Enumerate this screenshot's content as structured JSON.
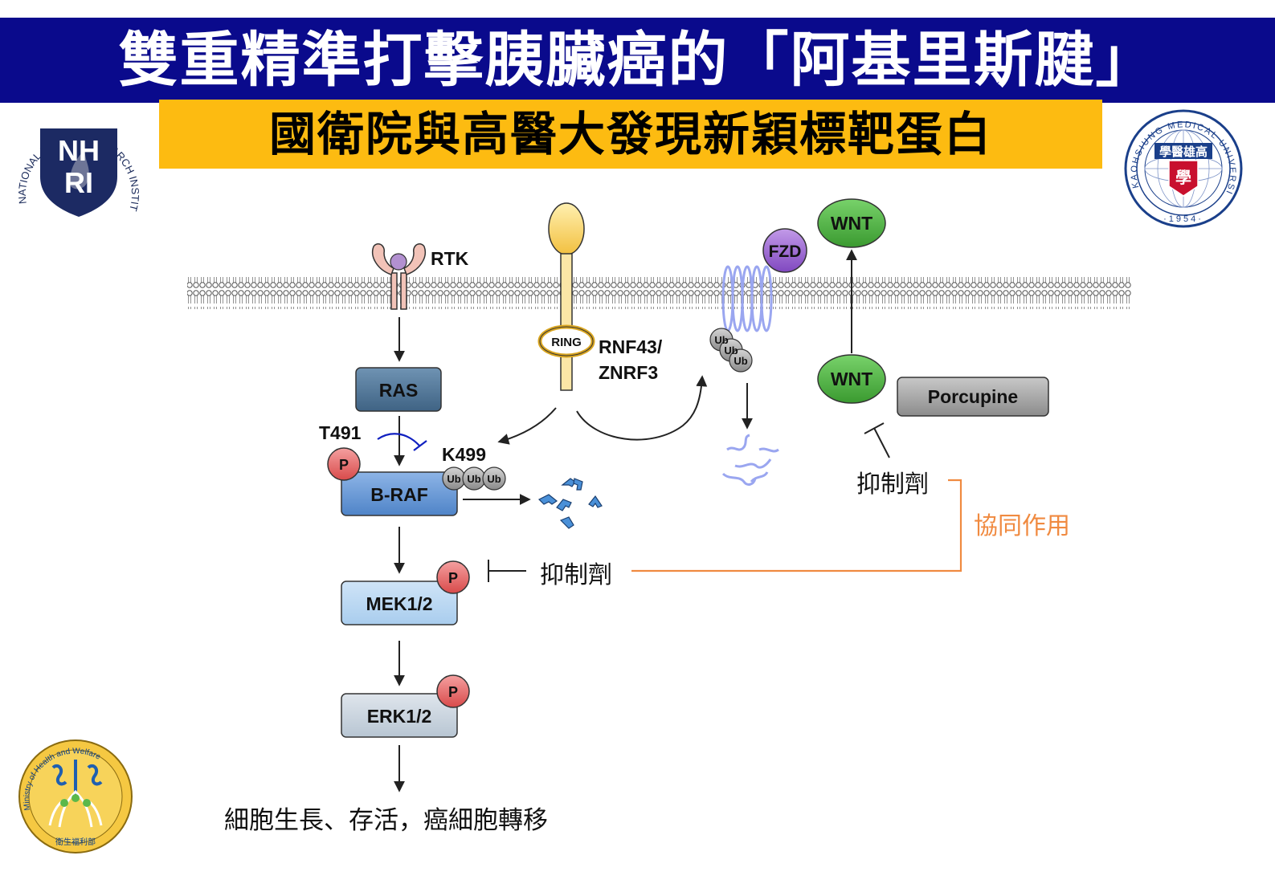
{
  "header": {
    "title": "雙重精準打擊胰臟癌的「阿基里斯腱」",
    "subtitle": "國衛院與高醫大發現新穎標靶蛋白"
  },
  "logos": {
    "nhri_ring_text": "NATIONAL HEALTH RESEARCH INSTITUTES",
    "nhri_monogram_top": "NH",
    "nhri_monogram_bottom": "RI",
    "kmu_ring_text": "KAOHSIUNG MEDICAL UNIVERSITY",
    "kmu_year": "·1954·",
    "kmu_center_text": "學醫雄高",
    "kmu_badge_text": "學",
    "mohw_ring_text": "Ministry of Health and Welfare",
    "mohw_bottom_text": "衛生福利部"
  },
  "diagram": {
    "rtk": "RTK",
    "ring": "RING",
    "rnf43": "RNF43/",
    "znrf3": "ZNRF3",
    "fzd": "FZD",
    "wnt_top": "WNT",
    "wnt_mid": "WNT",
    "porcupine": "Porcupine",
    "ras": "RAS",
    "t491": "T491",
    "k499": "K499",
    "braf": "B-RAF",
    "mek": "MEK1/2",
    "erk": "ERK1/2",
    "phospho": "P",
    "ub": "Ub",
    "inhibitor_right": "抑制劑",
    "inhibitor_left": "抑制劑",
    "synergy": "協同作用",
    "outcome": "細胞生長、存活，癌細胞轉移"
  },
  "colors": {
    "title_bg": "#0a0a8c",
    "subtitle_bg": "#fdbb11",
    "synergy": "#f08a40",
    "wnt_green": "#4cb040",
    "fzd_purple": "#9b59d0",
    "phospho_red": "#e05a5a"
  }
}
